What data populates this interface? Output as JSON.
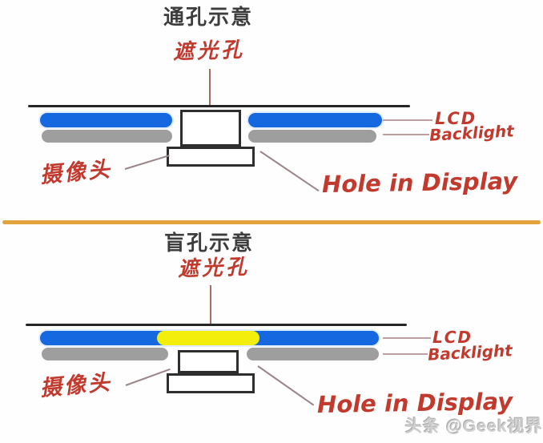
{
  "colors": {
    "lcd_blue": "#1668e0",
    "backlight_gray": "#9e9e9e",
    "punch_yellow": "#f4ee0d",
    "divider_orange": "#e2a23c",
    "handwriting_red": "#c23a2e",
    "glass_black": "#262626"
  },
  "sections": [
    {
      "title": "通孔示意",
      "light_block_hole_label": "遮光孔",
      "camera_label": "摄像头",
      "lcd_label": "LCD",
      "backlight_label": "Backlight",
      "hole_label": "Hole in Display"
    },
    {
      "title": "盲孔示意",
      "light_block_hole_label": "遮光孔",
      "camera_label": "摄像头",
      "lcd_label": "LCD",
      "backlight_label": "Backlight",
      "hole_label": "Hole in Display"
    }
  ],
  "watermark": "头条 @Geek视界"
}
